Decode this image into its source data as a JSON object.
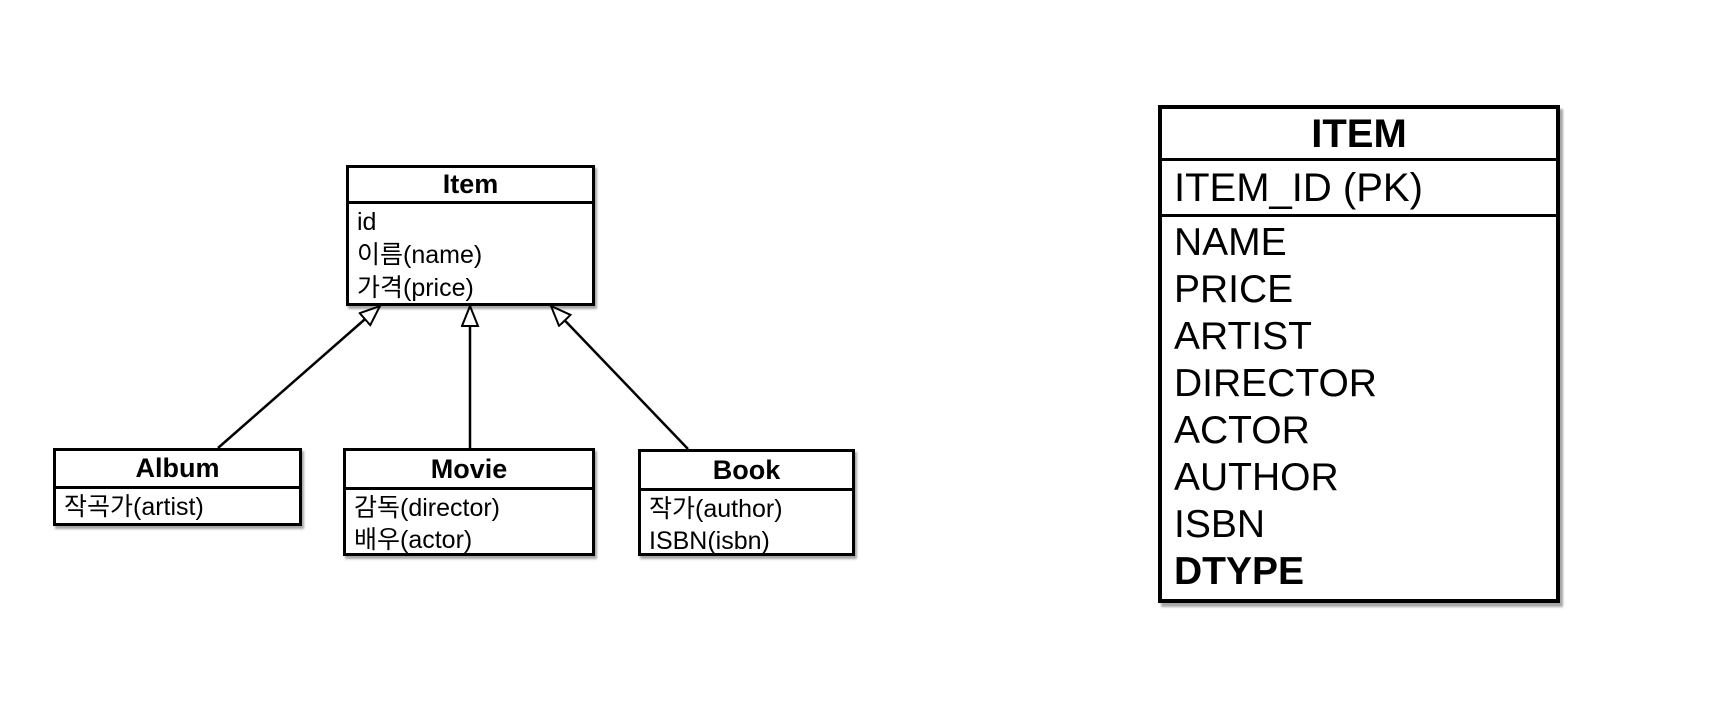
{
  "colors": {
    "background": "#ffffff",
    "line": "#000000",
    "box_fill": "#ffffff"
  },
  "uml_diagram": {
    "classes": [
      {
        "id": "item",
        "title": "Item",
        "attributes": [
          "id",
          "이름(name)",
          "가격(price)"
        ]
      },
      {
        "id": "album",
        "title": "Album",
        "attributes": [
          "작곡가(artist)"
        ]
      },
      {
        "id": "movie",
        "title": "Movie",
        "attributes": [
          "감독(director)",
          "배우(actor)"
        ]
      },
      {
        "id": "book",
        "title": "Book",
        "attributes": [
          "작가(author)",
          "ISBN(isbn)"
        ]
      }
    ],
    "relations": [
      {
        "from": "Album",
        "to": "Item",
        "type": "generalization"
      },
      {
        "from": "Movie",
        "to": "Item",
        "type": "generalization"
      },
      {
        "from": "Book",
        "to": "Item",
        "type": "generalization"
      }
    ]
  },
  "er_table": {
    "title": "ITEM",
    "primary_key": "ITEM_ID (PK)",
    "columns": [
      "NAME",
      "PRICE",
      "ARTIST",
      "DIRECTOR",
      "ACTOR",
      "AUTHOR",
      "ISBN",
      "DTYPE"
    ],
    "emphasized_column": "DTYPE"
  }
}
